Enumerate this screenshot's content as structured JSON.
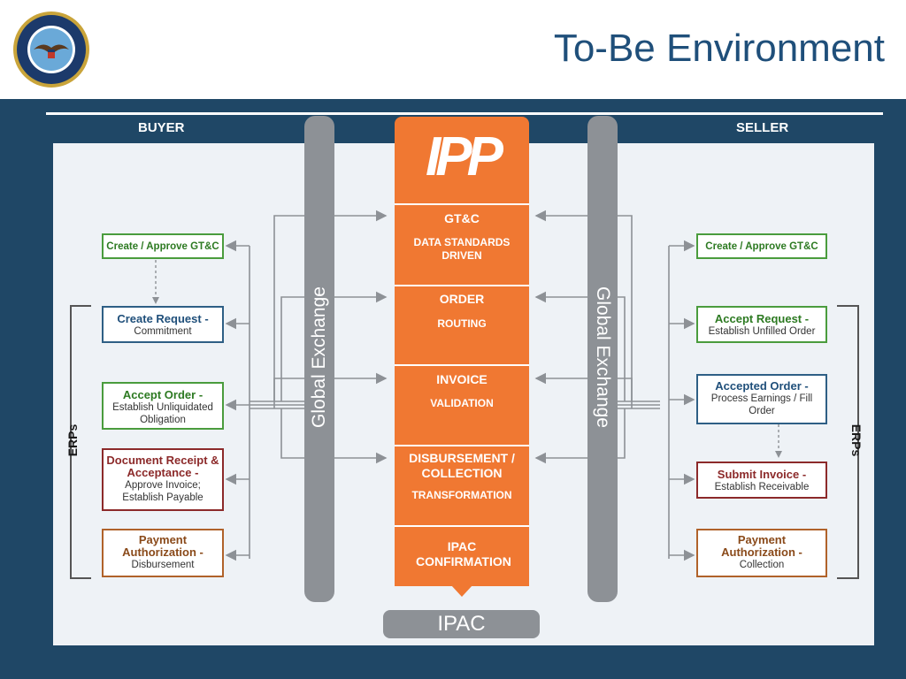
{
  "title": "To-Be Environment",
  "headers": {
    "buyer": "BUYER",
    "seller": "SELLER"
  },
  "center": {
    "logo": "IPP",
    "stages": [
      {
        "title": "GT&C",
        "sub": "DATA STANDARDS DRIVEN"
      },
      {
        "title": "ORDER",
        "sub": "ROUTING"
      },
      {
        "title": "INVOICE",
        "sub": "VALIDATION"
      },
      {
        "title": "DISBURSEMENT / COLLECTION",
        "sub": "TRANSFORMATION"
      },
      {
        "title": "IPAC CONFIRMATION",
        "sub": ""
      }
    ],
    "ipac": "IPAC"
  },
  "exchange": {
    "left": "Global Exchange",
    "right": "Global Exchange"
  },
  "erps": {
    "left": "ERPs",
    "right": "ERPs"
  },
  "buyer_boxes": [
    {
      "title": "Create / Approve GT&C",
      "sub": ""
    },
    {
      "title": "Create Request -",
      "sub": "Commitment"
    },
    {
      "title": "Accept Order -",
      "sub": "Establish Unliquidated Obligation"
    },
    {
      "title": "Document Receipt & Acceptance -",
      "sub": "Approve Invoice; Establish Payable"
    },
    {
      "title": "Payment Authorization -",
      "sub": "Disbursement"
    }
  ],
  "seller_boxes": [
    {
      "title": "Create / Approve GT&C",
      "sub": ""
    },
    {
      "title": "Accept Request -",
      "sub": "Establish Unfilled Order"
    },
    {
      "title": "Accepted Order -",
      "sub": "Process Earnings / Fill Order"
    },
    {
      "title": "Submit Invoice -",
      "sub": "Establish Receivable"
    },
    {
      "title": "Payment Authorization -",
      "sub": "Collection"
    }
  ],
  "colors": {
    "navy": "#1f4766",
    "orange": "#f07832",
    "gray": "#8d9196"
  }
}
